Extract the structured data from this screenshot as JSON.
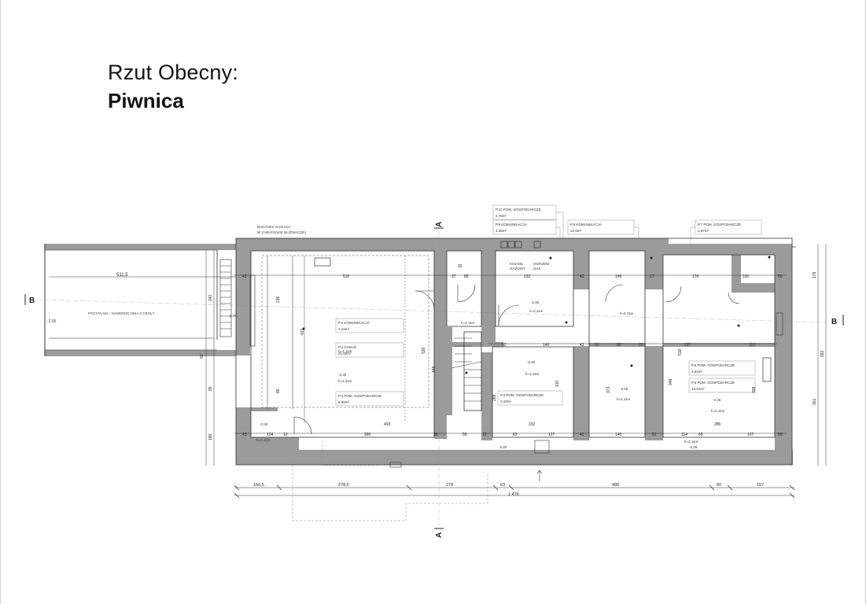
{
  "header": {
    "title_line1": "Rzut Obecny:",
    "title_line2": "Piwnica"
  },
  "section_markers": {
    "a": "A",
    "b": "B"
  },
  "colors": {
    "wall": "#9b9b9b",
    "line": "#333333",
    "green": "#3a9a3a",
    "text": "#141414"
  },
  "annotations": {
    "neighbor": [
      "BUDYNEK SĄSIADA",
      "W ZABUDOWIE BLIŹNIACZEJ"
    ],
    "ramp": "POCHYLNIA - NAWIERZCHNIA Z CEGŁY",
    "kocioł": [
      "KOCIOŁ",
      "GAZOWY"
    ],
    "ogrzewanie": [
      "OGRZEW.",
      "GAZ"
    ]
  },
  "rooms": {
    "p1": [
      "P.1 KOMUNIKACJA",
      "1,44m²"
    ],
    "p2": [
      "P.2 GARAŻ",
      "21,03m²"
    ],
    "p3": [
      "P.3 POM. GOSPODARCZE",
      "9,99m²"
    ],
    "p4": [
      "P.4 POM. GOSPODARCZE",
      "3,19m²"
    ],
    "p5": [
      "P.5 POM. GOSPODARCZE",
      "4,52m²"
    ],
    "p6": [
      "P.6 POM. GOSPODARCZE",
      "13,64m²"
    ],
    "p7": [
      "P.7 POM. GOSPODARCZE",
      "2,97m²"
    ],
    "p8": [
      "P.8 KOMUNIKACJA",
      "12,0m²"
    ],
    "p9": [
      "P.9 KOMUNIKACJA",
      "4,36m²"
    ],
    "p10": [
      "P.10 POM. GOSPODARCZE",
      "2,78m²"
    ]
  },
  "heights": [
    "h=2,11m",
    "h=2,11m",
    "h=2,11m",
    "h=2,11m",
    "h=2,11m",
    "h=2,11m",
    "h=2,11m",
    "h=2,11m",
    "h=2,11m",
    "h=2,11m"
  ],
  "levels": [
    "-2,05",
    "-2,25",
    "-2,30",
    "-2,30",
    "-2,30",
    "-2,30",
    "-2,25",
    "-2,36",
    "-2,20",
    "-2,36"
  ],
  "dims": {
    "top": [
      "511,5",
      "43",
      "510",
      "37",
      "92",
      "85",
      "232",
      "42",
      "146",
      "17",
      "176",
      "100",
      "50"
    ],
    "mid": [
      "92",
      "140",
      "42",
      "31",
      "92",
      "23",
      "227",
      "110"
    ],
    "bottom_inner": [
      "43",
      "104",
      "10",
      "390",
      "493",
      "36",
      "59",
      "19",
      "63",
      "232",
      "127",
      "42",
      "146",
      "51",
      "114",
      "65",
      "286",
      "107",
      "50"
    ],
    "bottom": [
      "150,5",
      "278,5",
      "278",
      "63",
      "480",
      "60",
      "157"
    ],
    "total": "1 476",
    "left": [
      "242",
      "85",
      "180",
      "92",
      "236",
      "431",
      "85",
      "535",
      "348",
      "289",
      "310",
      "373",
      "348",
      "308"
    ],
    "right": [
      "179",
      "592",
      "351",
      "518"
    ]
  }
}
